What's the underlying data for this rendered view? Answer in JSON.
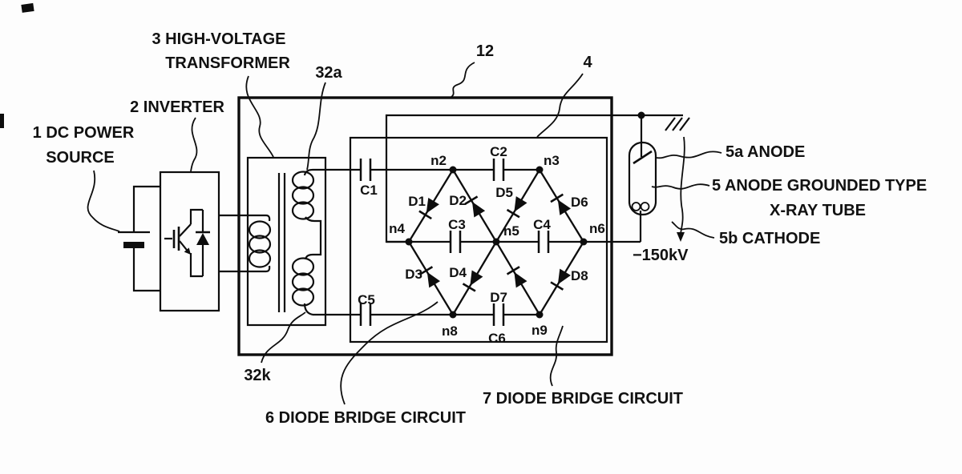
{
  "labels": {
    "dc_power_1": "1 DC POWER",
    "dc_power_2": "SOURCE",
    "inverter": "2 INVERTER",
    "transformer_1": "3 HIGH-VOLTAGE",
    "transformer_2": "TRANSFORMER",
    "ref_32a": "32a",
    "ref_32k": "32k",
    "ref_12": "12",
    "ref_4": "4",
    "anode": "5a ANODE",
    "tube_1": "5 ANODE GROUNDED TYPE",
    "tube_2": "X-RAY TUBE",
    "cathode": "5b CATHODE",
    "voltage": "−150kV",
    "bridge_6": "6 DIODE BRIDGE CIRCUIT",
    "bridge_7": "7 DIODE BRIDGE CIRCUIT"
  },
  "components": {
    "nodes": {
      "n2": "n2",
      "n3": "n3",
      "n4": "n4",
      "n5": "n5",
      "n6": "n6",
      "n8": "n8",
      "n9": "n9"
    },
    "capacitors": {
      "c1": "C1",
      "c2": "C2",
      "c3": "C3",
      "c4": "C4",
      "c5": "C5",
      "c6": "C6"
    },
    "diodes": {
      "d1": "D1",
      "d2": "D2",
      "d3": "D3",
      "d4": "D4",
      "d5": "D5",
      "d6": "D6",
      "d7": "D7",
      "d8": "D8"
    }
  }
}
